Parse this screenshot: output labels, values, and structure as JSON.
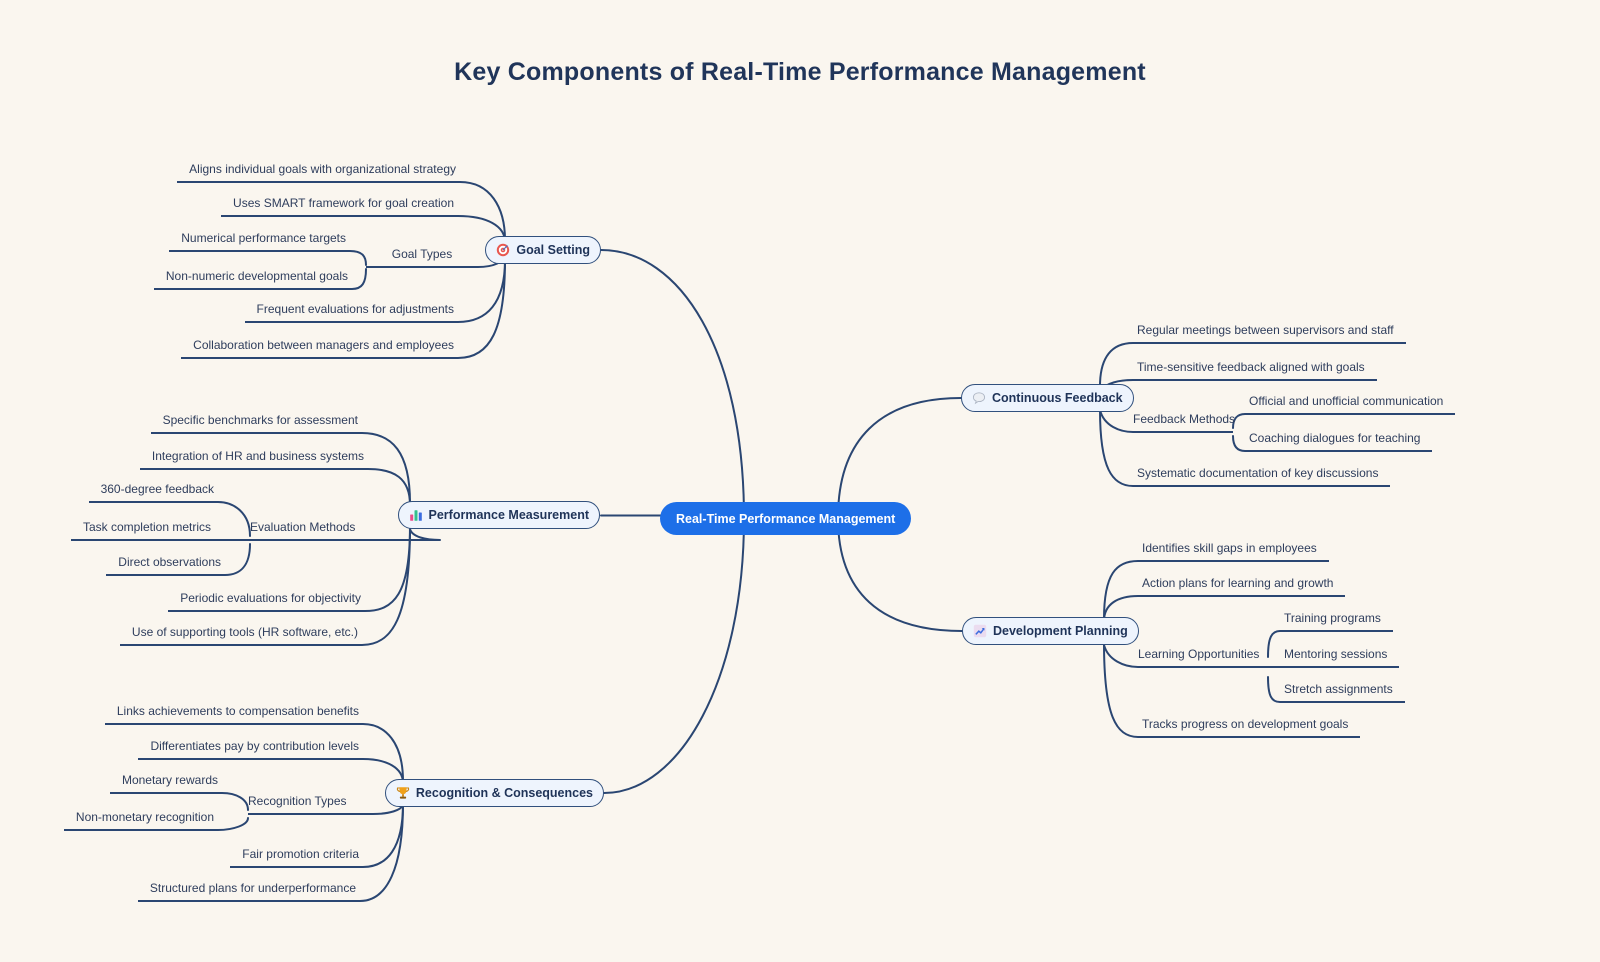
{
  "title": "Key Components of Real-Time Performance Management",
  "root": {
    "label": "Real-Time Performance Management"
  },
  "branches": {
    "goal_setting": {
      "label": "Goal Setting",
      "icon": "target-icon",
      "children": {
        "aligns": "Aligns individual goals with organizational strategy",
        "smart": "Uses SMART framework for goal creation",
        "goal_types": {
          "label": "Goal Types",
          "children": {
            "numerical": "Numerical performance targets",
            "non_numeric": "Non-numeric developmental goals"
          }
        },
        "frequent": "Frequent evaluations for adjustments",
        "collaboration": "Collaboration between managers and employees"
      }
    },
    "performance_measurement": {
      "label": "Performance Measurement",
      "icon": "bar-chart-icon",
      "children": {
        "benchmarks": "Specific benchmarks for assessment",
        "integration": "Integration of HR and business systems",
        "evaluation_methods": {
          "label": "Evaluation Methods",
          "children": {
            "feedback360": "360-degree feedback",
            "task_metrics": "Task completion metrics",
            "direct_obs": "Direct observations"
          }
        },
        "periodic": "Periodic evaluations for objectivity",
        "tools": "Use of supporting tools (HR software, etc.)"
      }
    },
    "recognition_consequences": {
      "label": "Recognition & Consequences",
      "icon": "trophy-icon",
      "children": {
        "links": "Links achievements to compensation benefits",
        "differentiates": "Differentiates pay by contribution levels",
        "recognition_types": {
          "label": "Recognition Types",
          "children": {
            "monetary": "Monetary rewards",
            "non_monetary": "Non-monetary recognition"
          }
        },
        "fair_promotion": "Fair promotion criteria",
        "structured_plans": "Structured plans for underperformance"
      }
    },
    "continuous_feedback": {
      "label": "Continuous Feedback",
      "icon": "speech-bubble-icon",
      "children": {
        "regular_meetings": "Regular meetings between supervisors and staff",
        "time_sensitive": "Time-sensitive feedback aligned with goals",
        "feedback_methods": {
          "label": "Feedback Methods",
          "children": {
            "official": "Official and unofficial communication",
            "coaching": "Coaching dialogues for teaching"
          }
        },
        "documentation": "Systematic documentation of key discussions"
      }
    },
    "development_planning": {
      "label": "Development Planning",
      "icon": "chart-increasing-icon",
      "children": {
        "skill_gaps": "Identifies skill gaps in employees",
        "action_plans": "Action plans for learning and growth",
        "learning_opportunities": {
          "label": "Learning Opportunities",
          "children": {
            "training": "Training programs",
            "mentoring": "Mentoring sessions",
            "stretch": "Stretch assignments"
          }
        },
        "tracks": "Tracks progress on development goals"
      }
    }
  },
  "colors": {
    "background": "#FAF6EF",
    "line": "#2A4672",
    "leaf_text": "#2E3D5C",
    "pill_fill": "#EEF4FD",
    "pill_border": "#31507D",
    "root_fill": "#1D6FE8",
    "root_text": "#FFFFFF",
    "title_text": "#20355A"
  }
}
